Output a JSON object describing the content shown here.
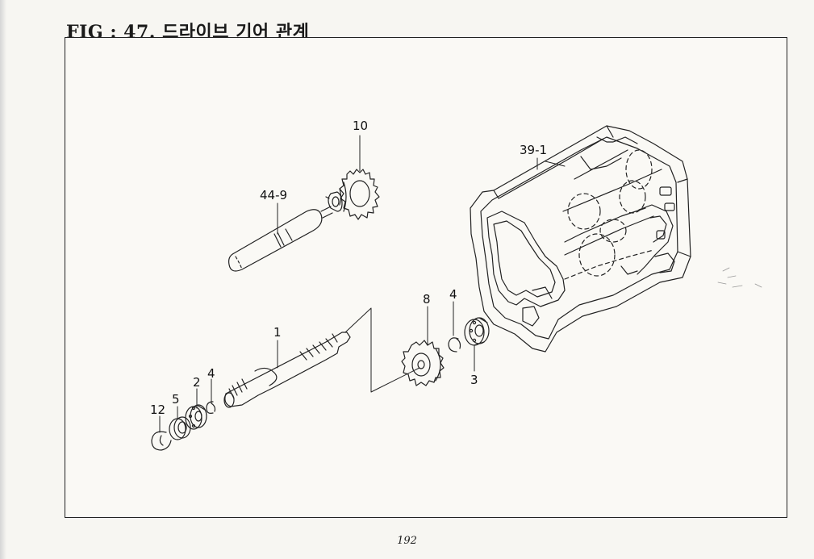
{
  "header": {
    "title": "FIG : 47. 드라이브 기어 관계"
  },
  "callouts": {
    "housing": "39-1",
    "gear_top": "10",
    "shaft_top": "44-9",
    "main_shaft": "1",
    "gear_mid": "8",
    "snap_ring_right": "4",
    "bearing_right": "3",
    "bearing_left": "2",
    "snap_ring_left": "4",
    "washer": "5",
    "retaining_ring": "12"
  },
  "footer": {
    "page_number": "192"
  }
}
